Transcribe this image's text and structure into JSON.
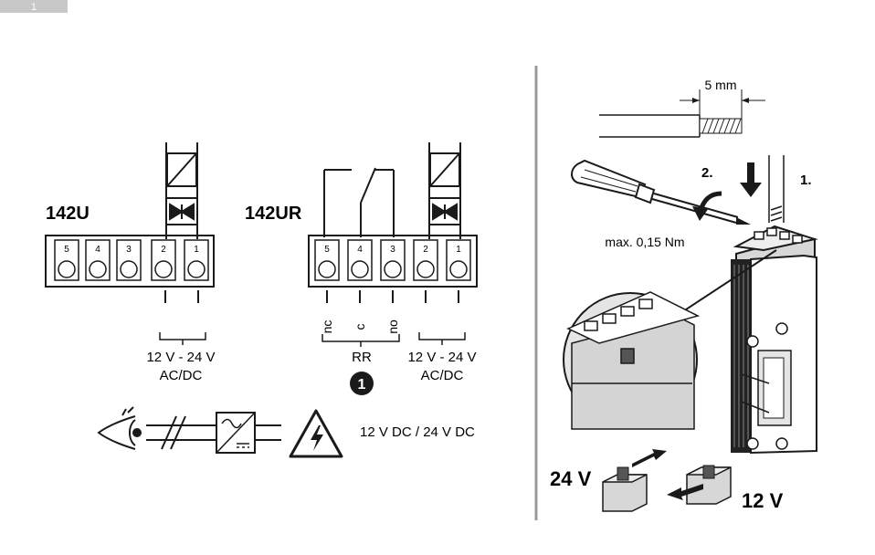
{
  "step_number": "1",
  "left_panel": {
    "model_a": {
      "title": "142U",
      "terminals": [
        "5",
        "4",
        "3",
        "2",
        "1"
      ],
      "voltage": "12 V - 24 V",
      "current_type": "AC/DC"
    },
    "model_b": {
      "title": "142UR",
      "terminals": [
        "5",
        "4",
        "3",
        "2",
        "1"
      ],
      "contact_labels": [
        "nc",
        "c",
        "no"
      ],
      "relay_label": "RR",
      "callout_number": "1",
      "voltage": "12 V - 24 V",
      "current_type": "AC/DC"
    },
    "power_supply_note": "12 V DC / 24 V DC"
  },
  "right_panel": {
    "strip_length": "5 mm",
    "step_1": "1.",
    "step_2": "2.",
    "torque": "max. 0,15 Nm",
    "switch_24v": "24 V",
    "switch_12v": "12 V"
  },
  "colors": {
    "line": "#1a1a1a",
    "light_gray": "#e5e5e5",
    "mid_gray": "#b8b8b8",
    "divider": "#9a9a9a",
    "tab_gray": "#c8c8c8"
  }
}
